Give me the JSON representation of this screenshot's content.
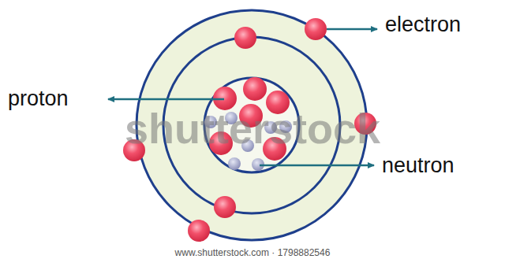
{
  "diagram": {
    "labels": [
      "electron",
      "proton",
      "neutron",
      "shutterstock",
      "www.shutterstock.com · 1798882546"
    ]
  }
}
